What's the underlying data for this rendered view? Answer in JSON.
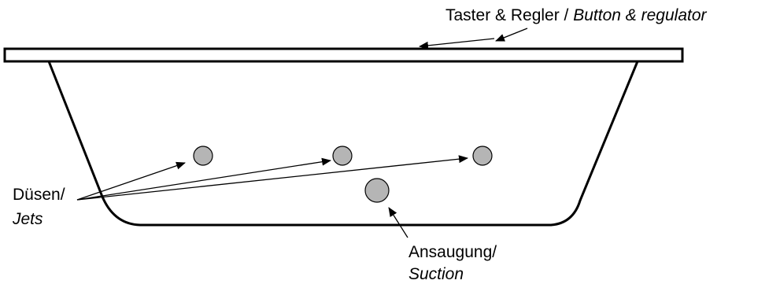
{
  "labels": {
    "controls": {
      "de": "Taster & Regler / ",
      "en": "Button & regulator"
    },
    "jets": {
      "de": "Düsen/",
      "en": "Jets"
    },
    "suction": {
      "de": "Ansaugung/",
      "en": "Suction"
    }
  },
  "colors": {
    "line": "#000000",
    "jet_fill": "#b5b5b5",
    "background": "#ffffff"
  },
  "icons": {
    "jet": "grey-circle",
    "suction": "grey-circle-large",
    "pointer": "arrow-line"
  }
}
